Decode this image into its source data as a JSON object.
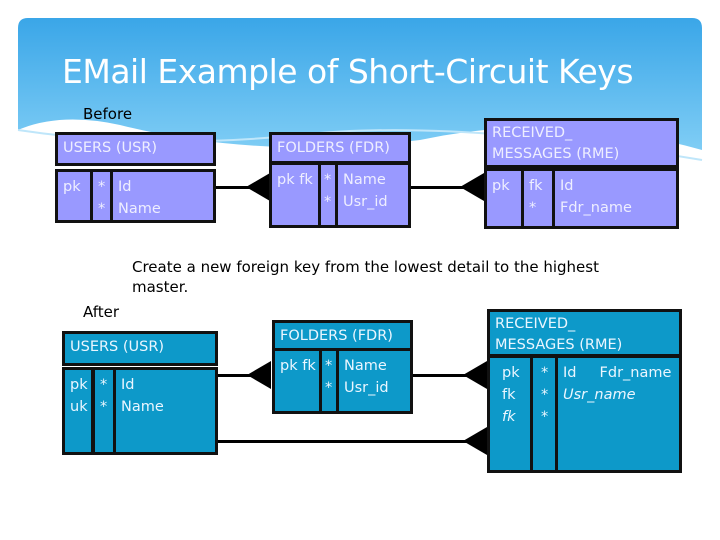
{
  "slide": {
    "title": "EMail Example of Short-Circuit Keys",
    "before_label": "Before",
    "after_label": "After",
    "instruction": "Create a new foreign key from the lowest detail to the highest master.",
    "colors": {
      "before_entity": "#9999ff",
      "after_entity": "#0d99c9",
      "banner": "#4fb6ee"
    }
  },
  "before": {
    "users": {
      "title": "USERS (USR)",
      "keys": [
        "pk",
        ""
      ],
      "marks": [
        "*",
        "*"
      ],
      "attrs": [
        "Id",
        "Name"
      ]
    },
    "folders": {
      "title": "FOLDERS (FDR)",
      "keys": [
        "pk fk"
      ],
      "marks": [
        "*",
        "*"
      ],
      "attrs": [
        "Name",
        "Usr_id"
      ]
    },
    "rme": {
      "title_1": "RECEIVED_",
      "title_2": "MESSAGES (RME)",
      "keys": [
        "pk"
      ],
      "marks": [
        "fk",
        "*"
      ],
      "attrs": [
        "Id",
        "Fdr_name"
      ]
    }
  },
  "after": {
    "users": {
      "title": "USERS (USR)",
      "keys": [
        "pk",
        "uk"
      ],
      "marks": [
        "*",
        "*"
      ],
      "attrs": [
        "Id",
        "Name"
      ]
    },
    "folders": {
      "title": "FOLDERS (FDR)",
      "keys": [
        "pk fk"
      ],
      "marks": [
        "*",
        "*"
      ],
      "attrs": [
        "Name",
        "Usr_id"
      ]
    },
    "rme": {
      "title_1": "RECEIVED_",
      "title_2": "MESSAGES (RME)",
      "keys": [
        "pk",
        "fk",
        "fk"
      ],
      "marks": [
        "*",
        "*",
        "*"
      ],
      "attrs": [
        "Id     Fdr_name",
        "Usr_name"
      ]
    }
  }
}
